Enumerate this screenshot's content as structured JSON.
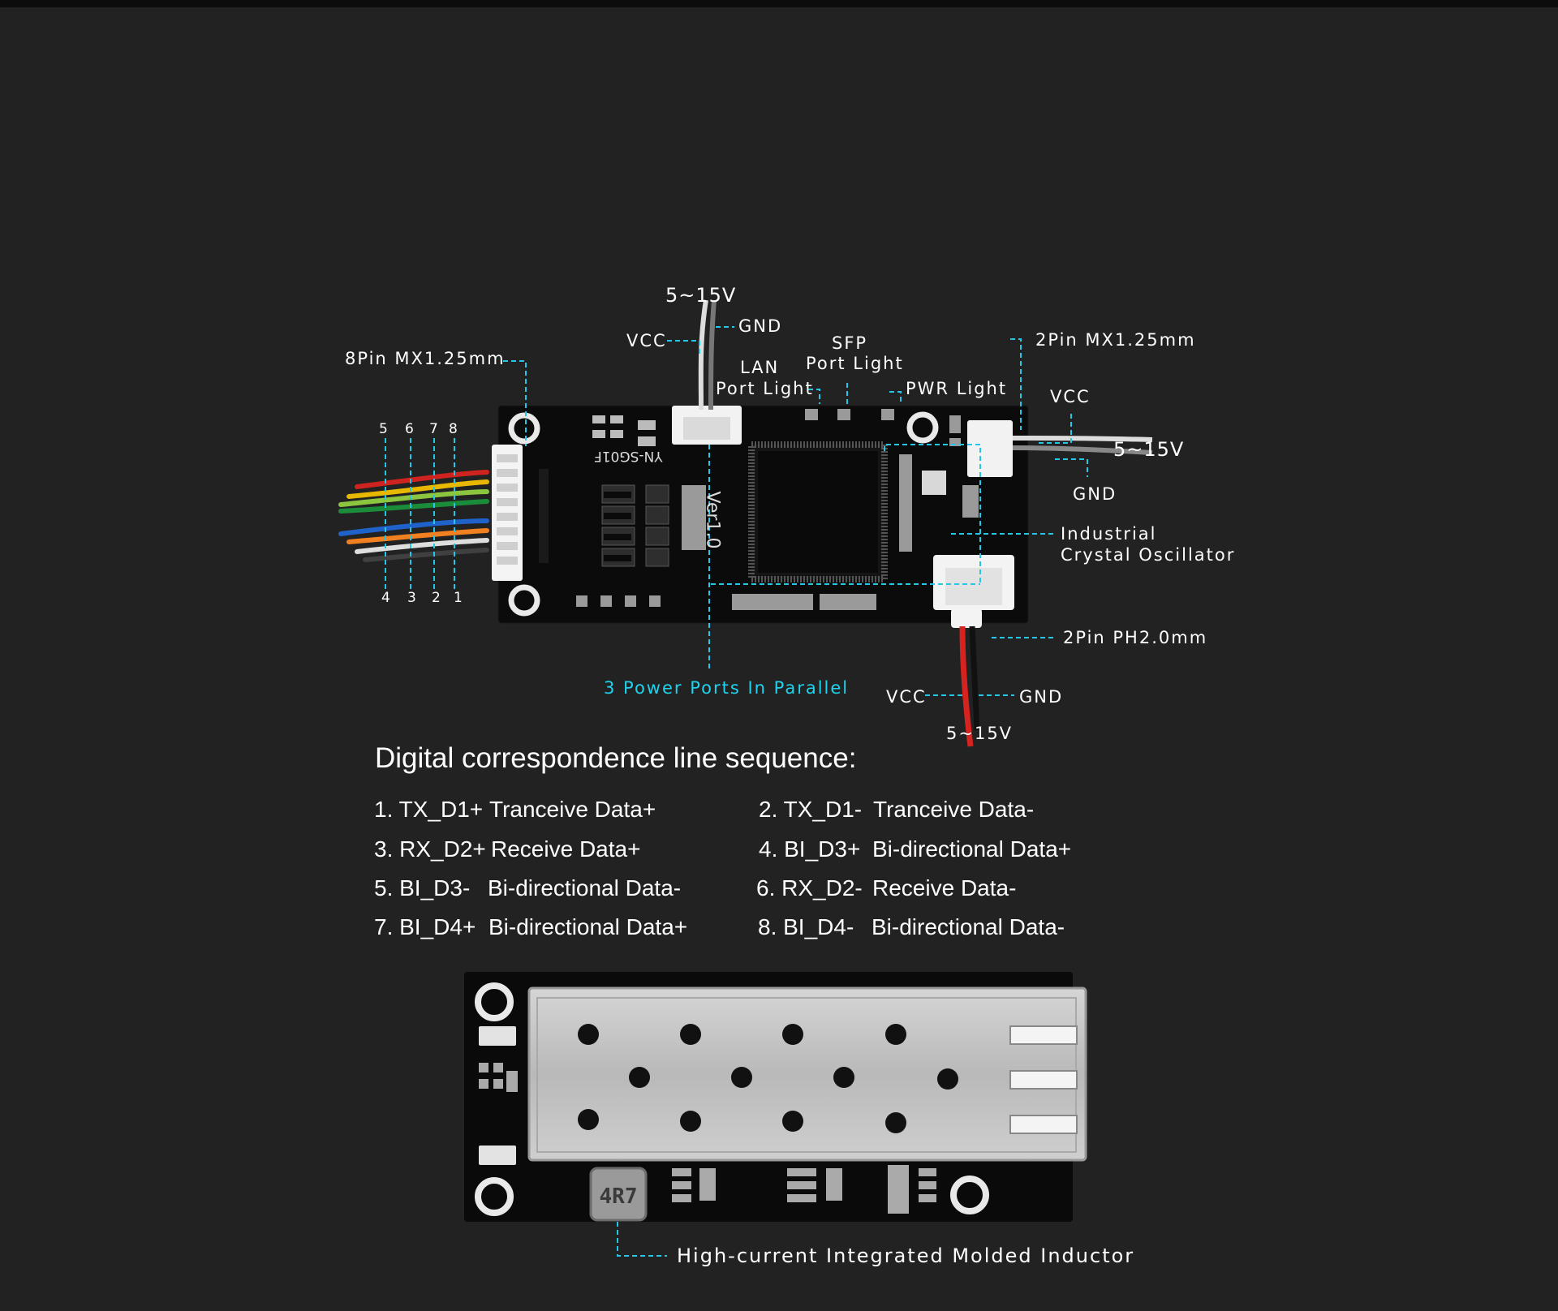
{
  "colors": {
    "background": "#222222",
    "accent": "#1fd3ee",
    "leader": "#25c6e6",
    "text": "#ffffff"
  },
  "diagram_top": {
    "input_voltage_top": "5~15V",
    "vcc_top": "VCC",
    "gnd_top": "GND",
    "connector_8pin": "8Pin MX1.25mm",
    "lan_light_line1": "LAN",
    "lan_light_line2": "Port Light",
    "sfp_light_line1": "SFP",
    "sfp_light_line2": "Port Light",
    "pwr_light": "PWR Light",
    "connector_2pin_mx": "2Pin MX1.25mm",
    "vcc_right": "VCC",
    "input_voltage_right": "5~15V",
    "gnd_right": "GND",
    "oscillator_line1": "Industrial",
    "oscillator_line2": "Crystal Oscillator",
    "connector_2pin_ph": "2Pin PH2.0mm",
    "vcc_bottom": "VCC",
    "gnd_bottom": "GND",
    "input_voltage_bottom": "5~15V",
    "power_ports_note": "3 Power Ports In Parallel",
    "pins_top": [
      "5",
      "6",
      "7",
      "8"
    ],
    "pins_bottom": [
      "4",
      "3",
      "2",
      "1"
    ],
    "board_silkscreen": "YN-SG01F",
    "board_version": "Ver1.0"
  },
  "sequence": {
    "title": "Digital correspondence line sequence:",
    "rows": [
      [
        {
          "code": "1. TX_D1+",
          "desc": "Tranceive Data+"
        },
        {
          "code": "2. TX_D1-",
          "desc": "Tranceive Data-"
        }
      ],
      [
        {
          "code": "3. RX_D2+",
          "desc": "Receive Data+"
        },
        {
          "code": "4. BI_D3+",
          "desc": "Bi-directional Data+"
        }
      ],
      [
        {
          "code": "5. BI_D3-",
          "desc": "Bi-directional Data-"
        },
        {
          "code": "6. RX_D2-",
          "desc": "Receive Data-"
        }
      ],
      [
        {
          "code": "7. BI_D4+",
          "desc": "Bi-directional Data+"
        },
        {
          "code": "8. BI_D4-",
          "desc": "Bi-directional Data-"
        }
      ]
    ]
  },
  "diagram_bottom": {
    "inductor_marking": "4R7",
    "inductor_label": "High-current Integrated Molded Inductor"
  }
}
